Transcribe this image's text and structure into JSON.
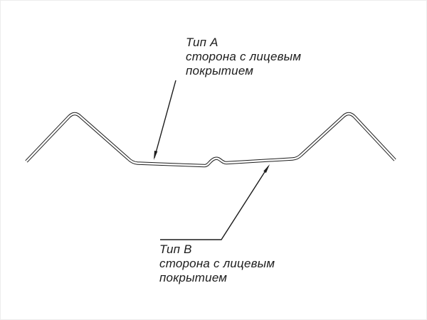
{
  "labels": {
    "type_a": {
      "title": "Тип А",
      "line1": "сторона с лицевым",
      "line2": "покрытием"
    },
    "type_b": {
      "title": "Тип В",
      "line1": "сторона с лицевым",
      "line2": "покрытием"
    }
  },
  "colors": {
    "line": "#1c1c1c",
    "background": "#ffffff"
  }
}
